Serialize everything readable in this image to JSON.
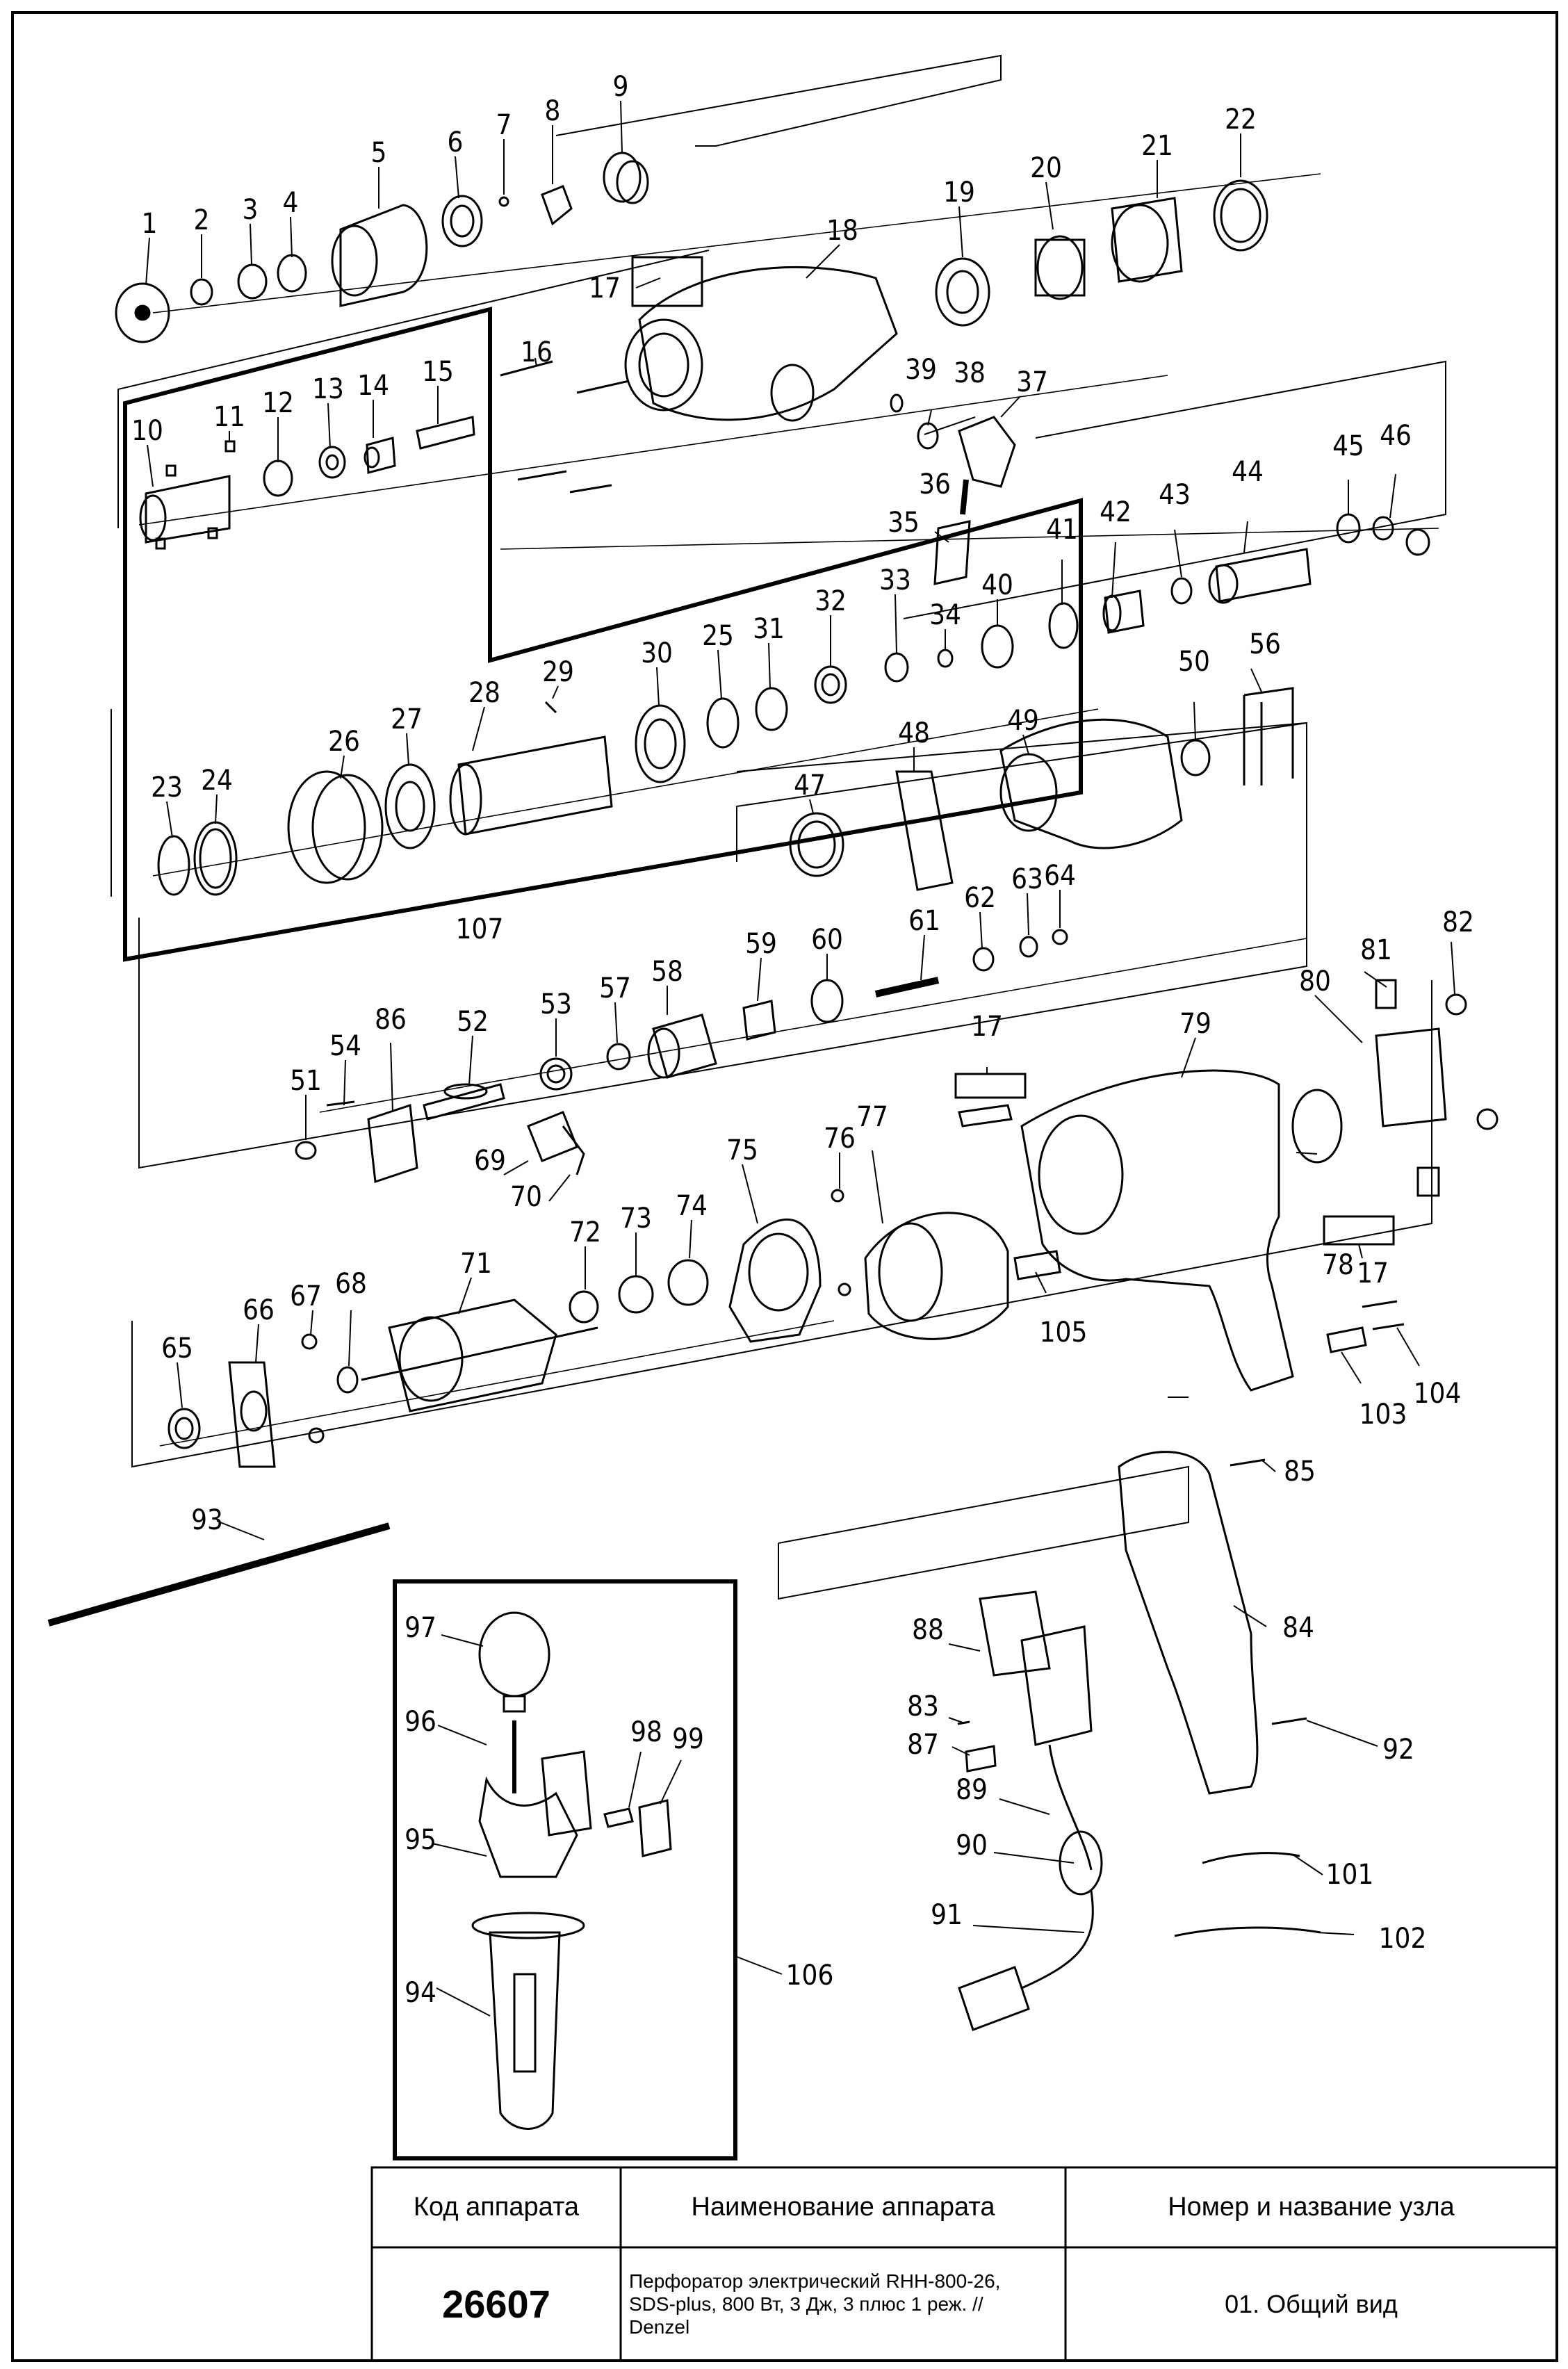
{
  "title_block": {
    "headers": [
      "Код аппарата",
      "Наименование аппарата",
      "Номер и название узла"
    ],
    "code": "26607",
    "name_lines": [
      "Перфоратор электрический RHH-800-26,",
      "SDS-plus, 800 Вт, 3 Дж, 3 плюс 1 реж. //",
      "Denzel"
    ],
    "unit": "01. Общий вид"
  },
  "callouts": [
    "1",
    "2",
    "3",
    "4",
    "5",
    "6",
    "7",
    "8",
    "9",
    "10",
    "11",
    "12",
    "13",
    "14",
    "15",
    "16",
    "17",
    "18",
    "19",
    "20",
    "21",
    "22",
    "23",
    "24",
    "25",
    "26",
    "27",
    "28",
    "29",
    "30",
    "31",
    "32",
    "33",
    "34",
    "35",
    "36",
    "37",
    "38",
    "39",
    "40",
    "41",
    "42",
    "43",
    "44",
    "45",
    "46",
    "47",
    "48",
    "49",
    "50",
    "51",
    "52",
    "53",
    "54",
    "56",
    "57",
    "58",
    "59",
    "60",
    "61",
    "62",
    "63",
    "64",
    "65",
    "66",
    "67",
    "68",
    "69",
    "70",
    "71",
    "72",
    "73",
    "74",
    "75",
    "76",
    "77",
    "78",
    "79",
    "80",
    "81",
    "82",
    "83",
    "84",
    "85",
    "86",
    "87",
    "88",
    "89",
    "90",
    "91",
    "92",
    "93",
    "94",
    "95",
    "96",
    "97",
    "98",
    "99",
    "101",
    "102",
    "103",
    "104",
    "105",
    "106",
    "107"
  ],
  "extra_labels": [
    "17",
    "17"
  ]
}
